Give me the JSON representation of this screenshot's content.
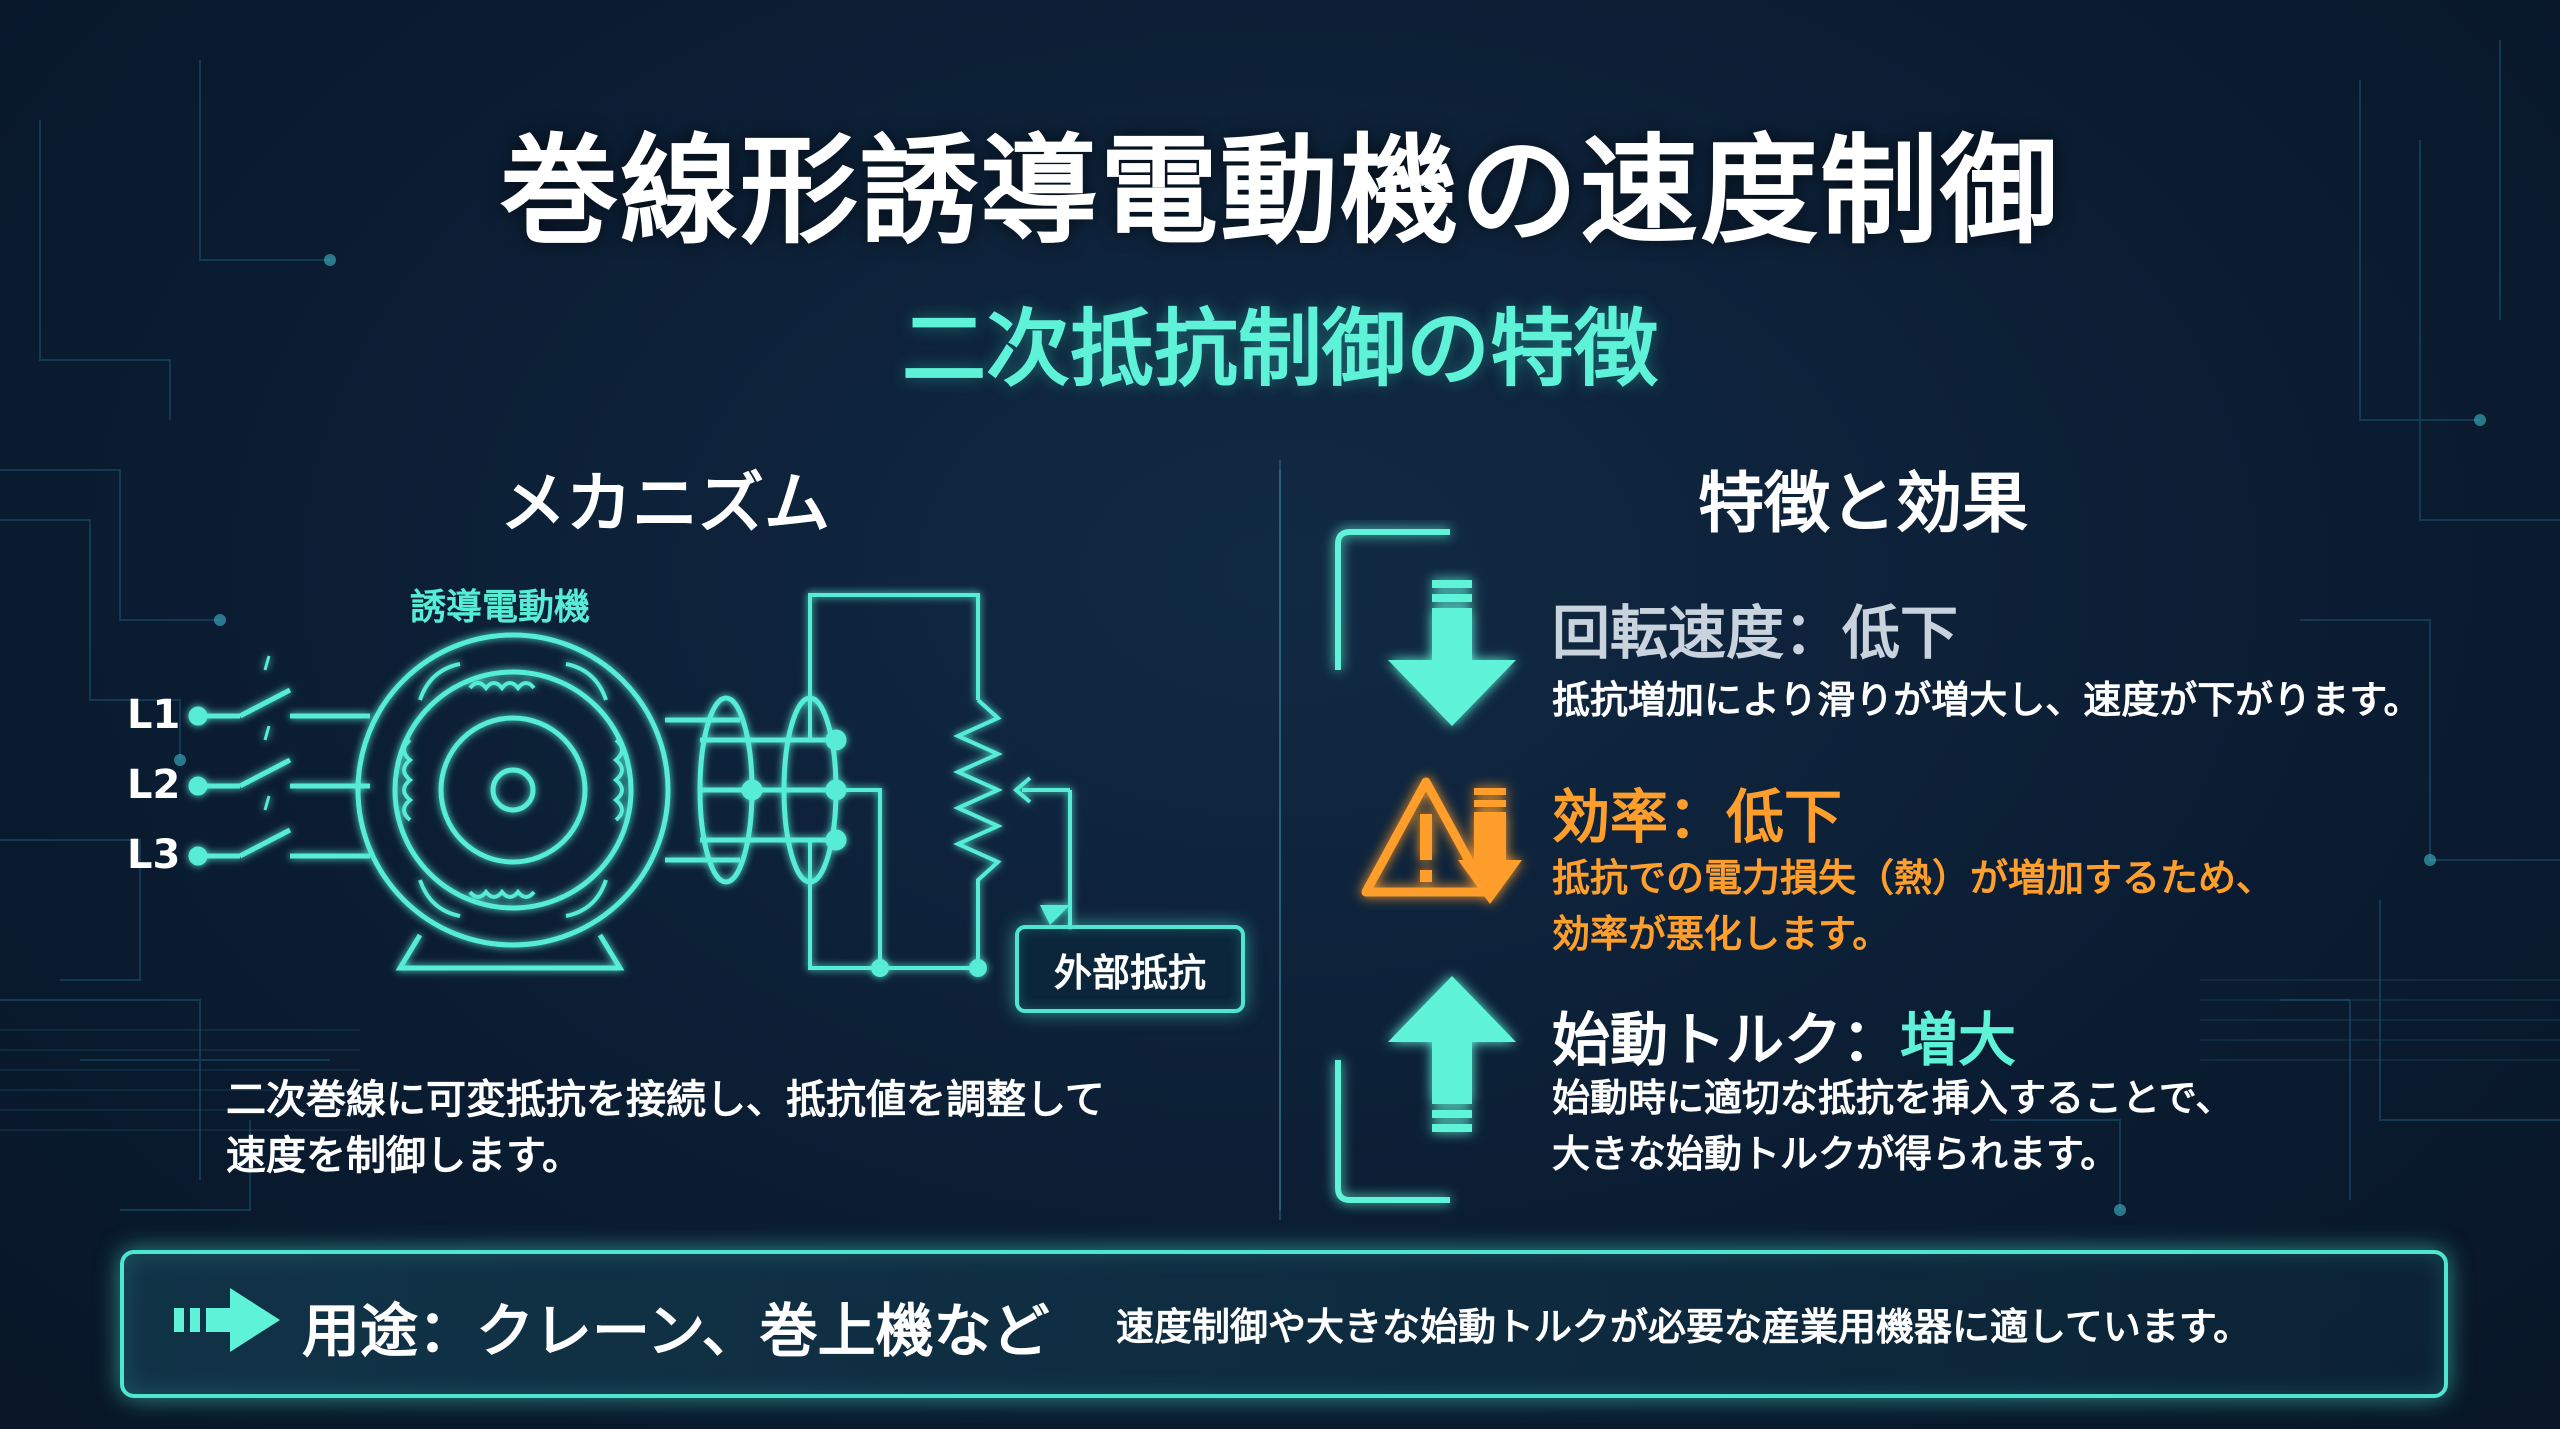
{
  "title": "巻線形誘導電動機の速度制御",
  "subtitle": "二次抵抗制御の特徴",
  "mechanism": {
    "heading": "メカニズム",
    "motor_label": "誘導電動機",
    "phases": [
      "L1",
      "L2",
      "L3"
    ],
    "external_resistor_label": "外部抵抗",
    "description_line1": "二次巻線に可変抵抗を接続し、抵抗値を調整して",
    "description_line2": "速度を制御します。"
  },
  "effects": {
    "heading": "特徴と効果",
    "items": [
      {
        "title": "回転速度：低下",
        "desc_line1": "抵抗増加により滑りが増大し、速度が下がります。",
        "desc_line2": "",
        "icon": "arrow-down-icon",
        "color": "#c8d3dd"
      },
      {
        "title": "効率：低下",
        "desc_line1": "抵抗での電力損失（熱）が増加するため、",
        "desc_line2": "効率が悪化します。",
        "icon": "warning-icon",
        "color": "#ff9e2a"
      },
      {
        "title_part1": "始動トルク：",
        "title_part2": "増大",
        "desc_line1": "始動時に適切な抵抗を挿入することで、",
        "desc_line2": "大きな始動トルクが得られます。",
        "icon": "arrow-up-icon",
        "color": "#ffffff",
        "accent": "#5ef3d9"
      }
    ]
  },
  "usage": {
    "title": "用途：クレーン、巻上機など",
    "desc": "速度制御や大きな始動トルクが必要な産業用機器に適しています。",
    "icon": "arrow-right-icon"
  },
  "colors": {
    "accent": "#4fe6d0",
    "background": "#0b1d33",
    "warning": "#ff9e2a"
  }
}
